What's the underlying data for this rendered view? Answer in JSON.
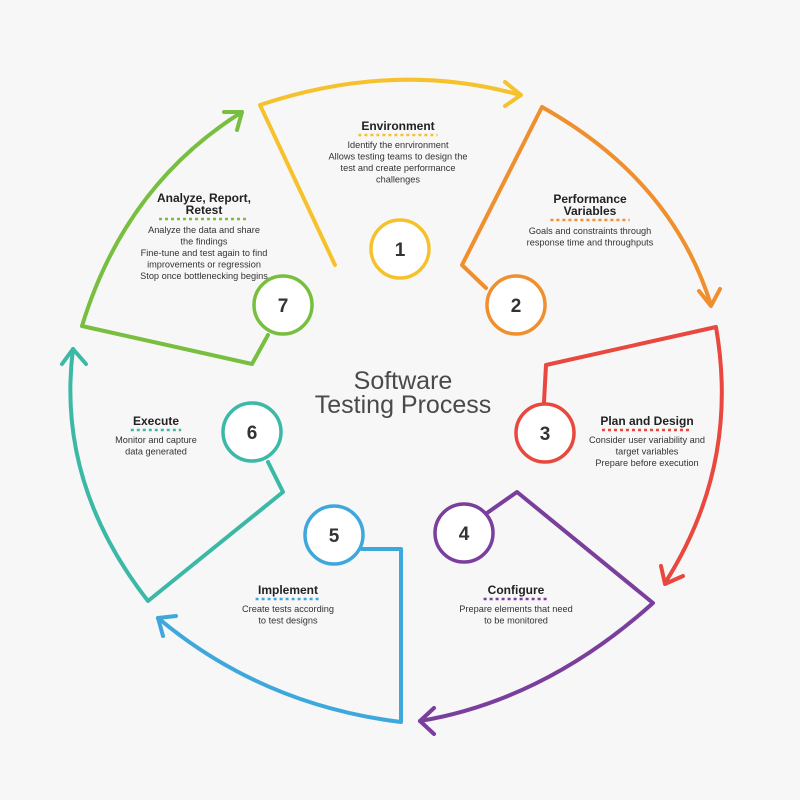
{
  "title": {
    "line1": "Software",
    "line2": "Testing Process"
  },
  "stages": [
    {
      "number": "1",
      "title": [
        "Environment"
      ],
      "lines": [
        "Identify the enrvironment",
        "Allows testing teams to design the",
        "test and create performance",
        "challenges"
      ],
      "color": "#f5c22e"
    },
    {
      "number": "2",
      "title": [
        "Performance",
        "Variables"
      ],
      "lines": [
        "Goals and constraints through",
        "response time and throughputs"
      ],
      "color": "#ef8f2d"
    },
    {
      "number": "3",
      "title": [
        "Plan and Design"
      ],
      "lines": [
        "Consider user variability and",
        "target variables",
        "Prepare before execution"
      ],
      "color": "#e8483d"
    },
    {
      "number": "4",
      "title": [
        "Configure"
      ],
      "lines": [
        "Prepare elements that need",
        "to be monitored"
      ],
      "color": "#7a3e9d"
    },
    {
      "number": "5",
      "title": [
        "Implement"
      ],
      "lines": [
        "Create tests according",
        "to test designs"
      ],
      "color": "#3ea8dc"
    },
    {
      "number": "6",
      "title": [
        "Execute"
      ],
      "lines": [
        "Monitor and capture",
        "data generated"
      ],
      "color": "#3bb9a6"
    },
    {
      "number": "7",
      "title": [
        "Analyze, Report,",
        "Retest"
      ],
      "lines": [
        "Analyze the data and share",
        "the findings",
        "Fine-tune and test again to find",
        "improvements or regression",
        "Stop once bottlenecking begins"
      ],
      "color": "#78bf3f"
    }
  ]
}
